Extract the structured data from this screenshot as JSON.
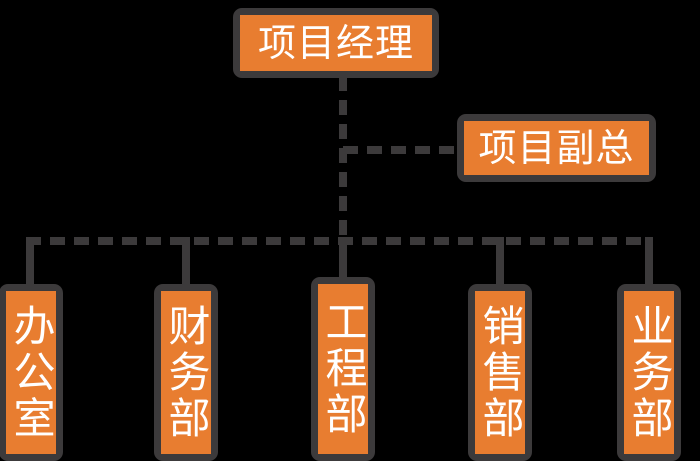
{
  "diagram": {
    "type": "organization-chart",
    "background_color": "#000000",
    "box_fill_color": "#e87d30",
    "box_border_color": "#3c3a3b",
    "text_color": "#ffffff",
    "connector_color": "#3c3a3b",
    "connector_style": "dashed",
    "root": {
      "label": "项目经理"
    },
    "assistant": {
      "label": "项目副总"
    },
    "departments": [
      {
        "label": "办公室"
      },
      {
        "label": "财务部"
      },
      {
        "label": "工程部"
      },
      {
        "label": "销售部"
      },
      {
        "label": "业务部"
      }
    ]
  }
}
